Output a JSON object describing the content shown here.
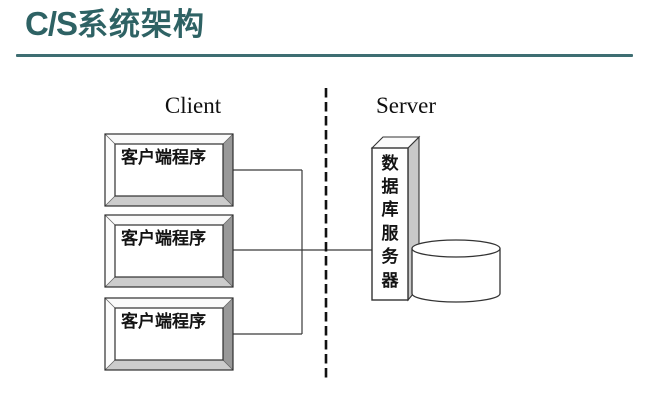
{
  "title": {
    "prefix": "C/S",
    "suffix": "系统架构"
  },
  "section_labels": {
    "client": "Client",
    "server": "Server"
  },
  "client_boxes": [
    {
      "label": "客户端程序"
    },
    {
      "label": "客户端程序"
    },
    {
      "label": "客户端程序"
    }
  ],
  "server": {
    "label": "数据库服务器",
    "chars": [
      "数",
      "据",
      "库",
      "服",
      "务",
      "器"
    ]
  },
  "icons": {
    "database": "database-cylinder-icon",
    "divider": "dashed-divider-line"
  },
  "colors": {
    "title_teal": "#2E6264",
    "rule_teal": "#3E6E72",
    "line": "#3A3A3A",
    "bevel_dark": "#999999",
    "bevel_light": "#CCCCCC",
    "server_side_face": "#C9C9C9"
  }
}
